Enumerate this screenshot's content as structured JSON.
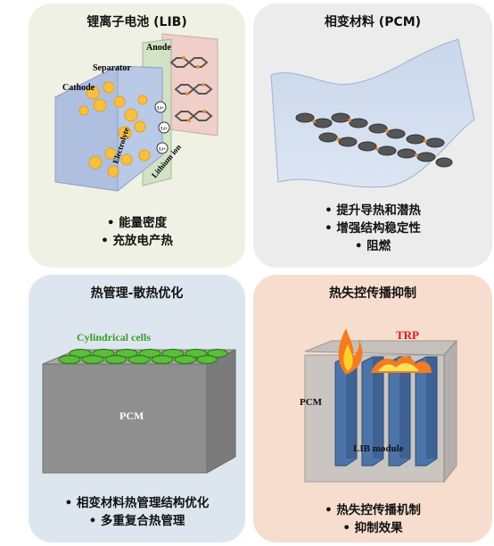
{
  "panels": {
    "lib": {
      "title": "锂离子电池 (LIB)",
      "labels": {
        "anode": "Anode",
        "separator": "Separator",
        "cathode": "Cathode",
        "electrolyte": "Electrolyte",
        "lithium_ion": "Lithium ion",
        "li_plus": "Li+"
      },
      "bullets": [
        "能量密度",
        "充放电产热"
      ]
    },
    "pcm": {
      "title": "相变材料 (PCM)",
      "bullets": [
        "提升导热和潜热",
        "增强结构稳定性",
        "阻燃"
      ]
    },
    "thermal": {
      "title": "热管理-散热优化",
      "labels": {
        "cells": "Cylindrical cells",
        "pcm": "PCM"
      },
      "bullets": [
        "相变材料热管理结构优化",
        "多重复合热管理"
      ]
    },
    "trp": {
      "title": "热失控传播抑制",
      "labels": {
        "trp": "TRP",
        "pcm": "PCM",
        "module": "LIB module"
      },
      "bullets": [
        "热失控传播机制",
        "抑制效果"
      ]
    }
  },
  "colors": {
    "lib_panel": "#eef1e3",
    "pcm_panel": "#ececec",
    "thermal_panel": "#dde6ef",
    "trp_panel": "#f6ddcd",
    "cathode": "#b9c9e6",
    "anode": "#f0cfc8",
    "electrolyte": "#cfe1c2",
    "cell_green": "#5cbd3c",
    "trp_red": "#e4141b",
    "pcm_blue": "#a9bedc",
    "box_grey": "#8a8a8a"
  }
}
